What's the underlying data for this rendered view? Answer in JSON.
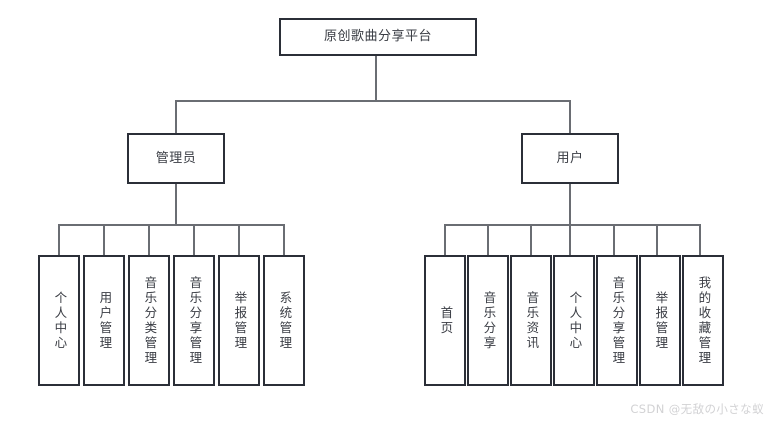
{
  "diagram": {
    "type": "organization-tree",
    "root": {
      "label": "原创歌曲分享平台"
    },
    "branches": [
      {
        "id": "admin",
        "label": "管理员",
        "children": [
          {
            "label": "个人中心"
          },
          {
            "label": "用户管理"
          },
          {
            "label": "音乐分类管理"
          },
          {
            "label": "音乐分享管理"
          },
          {
            "label": "举报管理"
          },
          {
            "label": "系统管理"
          }
        ]
      },
      {
        "id": "user",
        "label": "用户",
        "children": [
          {
            "label": "首页"
          },
          {
            "label": "音乐分享"
          },
          {
            "label": "音乐资讯"
          },
          {
            "label": "个人中心"
          },
          {
            "label": "音乐分享管理"
          },
          {
            "label": "举报管理"
          },
          {
            "label": "我的收藏管理"
          }
        ]
      }
    ]
  },
  "watermark": {
    "text": "CSDN @无敌の小さな蚁"
  },
  "colors": {
    "background": "#ffffff",
    "node_border": "#2b2f38",
    "node_text": "#3a3d44",
    "connector": "#6a6d73",
    "watermark_text": "#d2d2d4"
  }
}
